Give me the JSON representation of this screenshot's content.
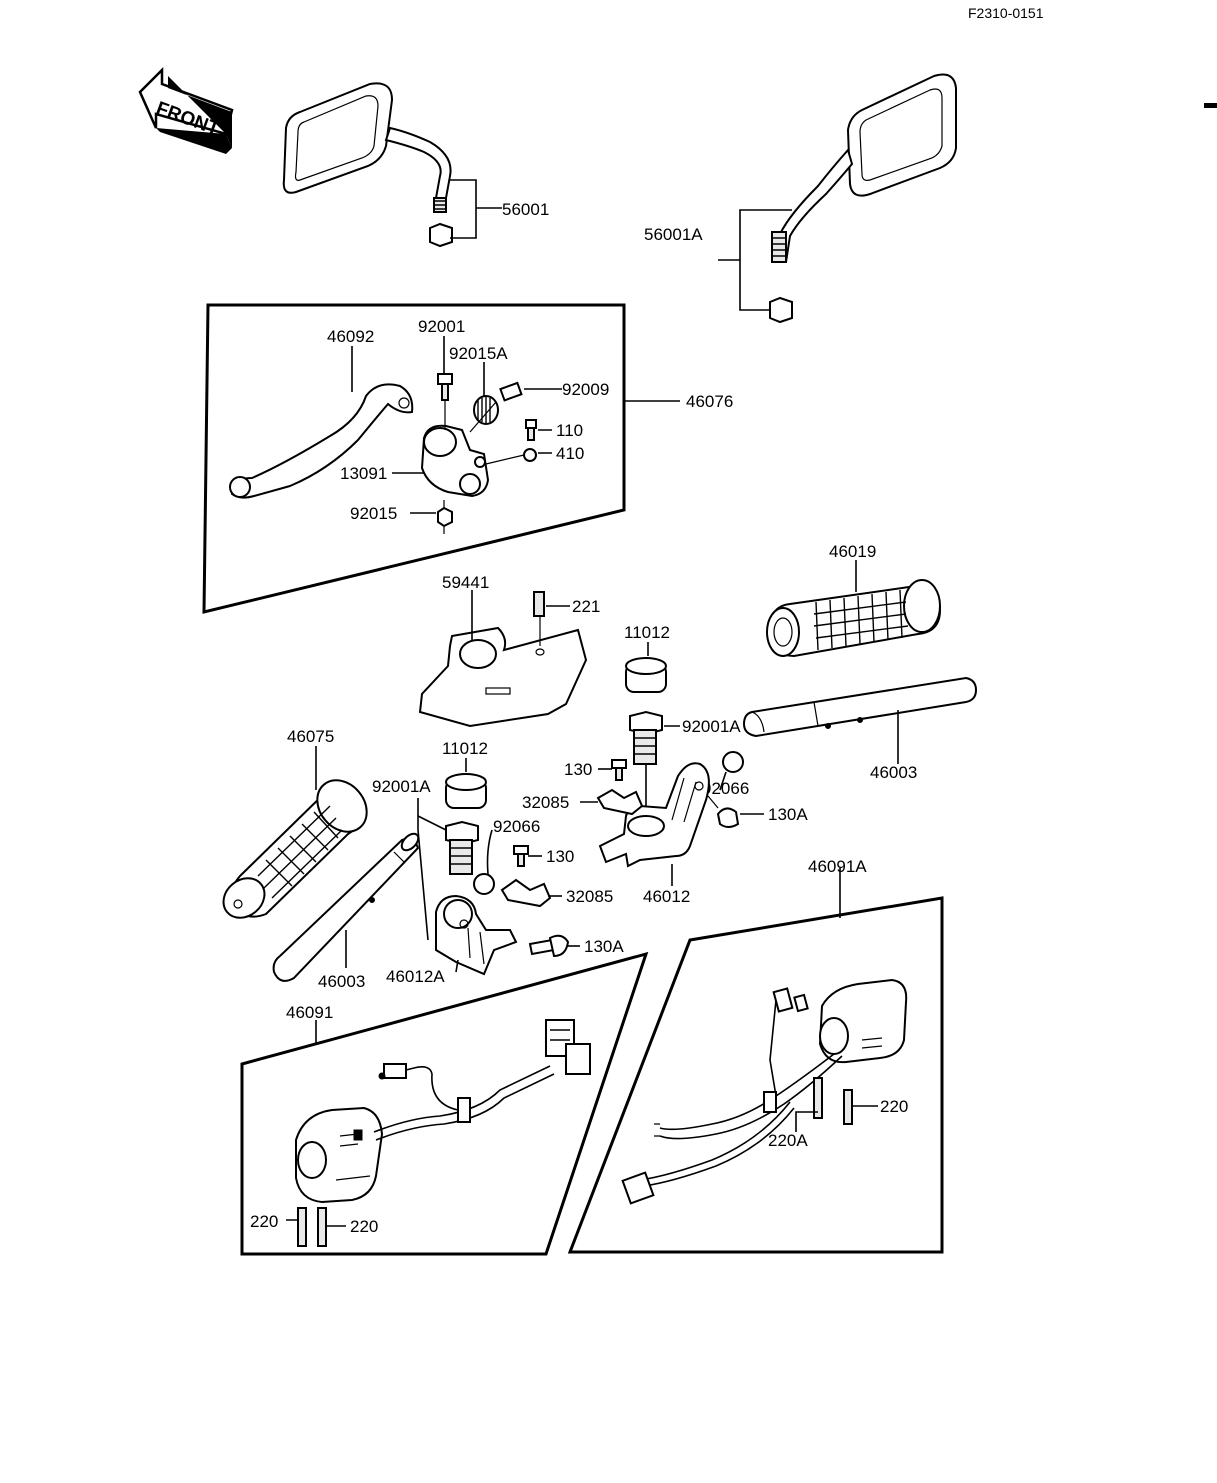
{
  "diagram_code": "F2310-0151",
  "direction_label": "FRONT",
  "labels": {
    "p56001": "56001",
    "p56001A": "56001A",
    "p46092": "46092",
    "p92001": "92001",
    "p92015A": "92015A",
    "p92009": "92009",
    "p46076": "46076",
    "p110": "110",
    "p410": "410",
    "p13091": "13091",
    "p92015": "92015",
    "p59441": "59441",
    "p221": "221",
    "p46019": "46019",
    "p11012_r": "11012",
    "p92001A_r": "92001A",
    "p130_r": "130",
    "p32085_r": "32085",
    "p92066_r": "92066",
    "p130A_r": "130A",
    "p46003_r": "46003",
    "p46012": "46012",
    "p46075": "46075",
    "p11012_l": "11012",
    "p92001A_l": "92001A",
    "p92066_l": "92066",
    "p130_l": "130",
    "p32085_l": "32085",
    "p130A_l": "130A",
    "p46003_l": "46003",
    "p46012A": "46012A",
    "p46091A": "46091A",
    "p46091": "46091",
    "p220_rb": "220",
    "p220A": "220A",
    "p220_l1": "220",
    "p220_l2": "220"
  }
}
